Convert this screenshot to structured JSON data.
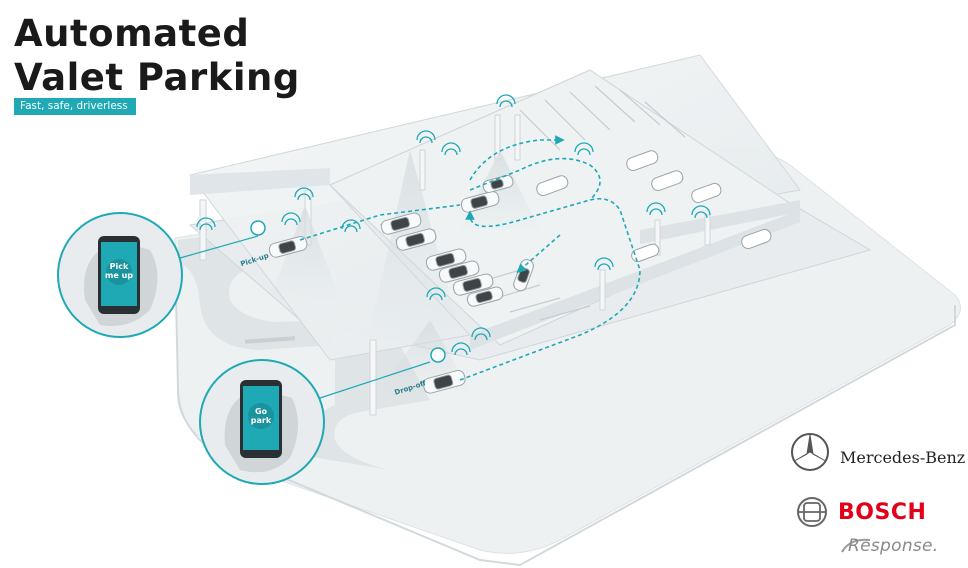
{
  "header": {
    "title_line1": "Automated",
    "title_line2": "Valet Parking",
    "subtitle": "Fast, safe, driverless"
  },
  "phones": {
    "top_screen": "Pick me up",
    "bottom_screen": "Go park"
  },
  "zones": {
    "pickup": "Pick-up",
    "dropoff": "Drop-off"
  },
  "logos": {
    "mercedes": "Mercedes-Benz",
    "bosch": "BOSCH",
    "watermark": "Response."
  },
  "colors": {
    "accent": "#1fa9b5",
    "bosch_red": "#e2001a"
  }
}
